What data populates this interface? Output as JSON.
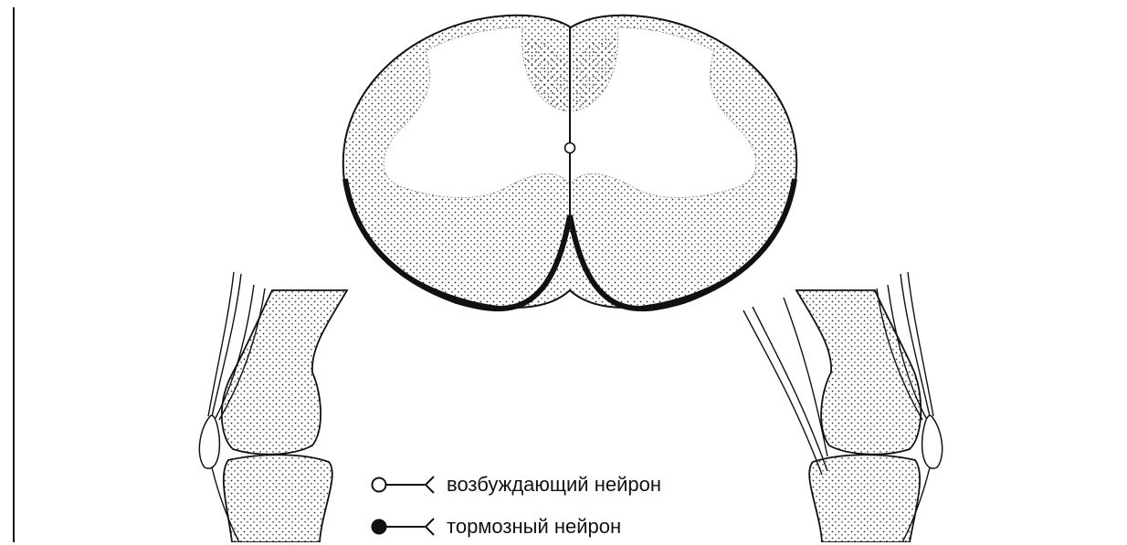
{
  "colors": {
    "ink": "#111111",
    "background": "#ffffff",
    "stipple": "#2a2a2a"
  },
  "legend": {
    "excitatory": {
      "label": "возбуждающий нейрон",
      "marker": "open-circle-synapse"
    },
    "inhibitory": {
      "label": "тормозный нейрон",
      "marker": "filled-circle-synapse"
    }
  }
}
